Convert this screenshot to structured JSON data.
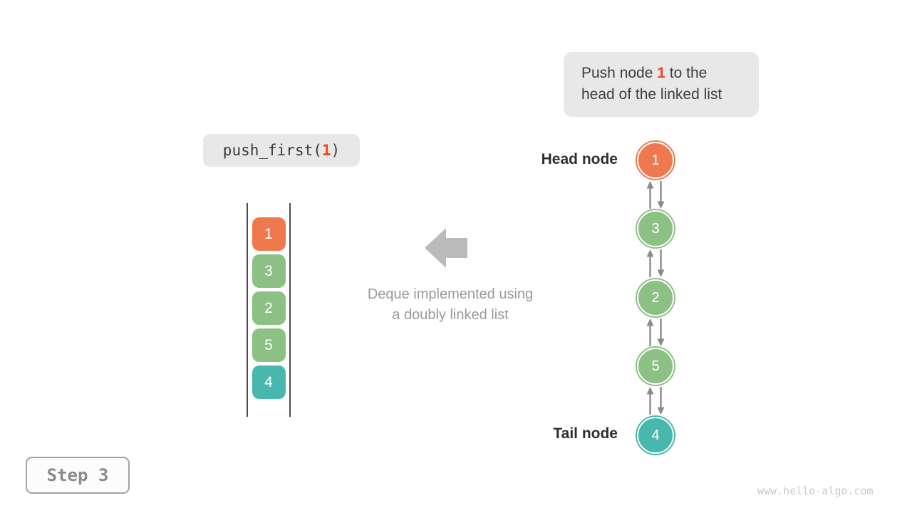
{
  "callout": {
    "line1_prefix": "Push node ",
    "line1_emphasis": "1",
    "line1_suffix": " to the",
    "line2": "head of the linked list"
  },
  "code_label": {
    "prefix": "push_first(",
    "arg": "1",
    "suffix": ")"
  },
  "stack": {
    "items": [
      {
        "value": "1",
        "color": "#F0784E"
      },
      {
        "value": "3",
        "color": "#8CC084"
      },
      {
        "value": "2",
        "color": "#8CC084"
      },
      {
        "value": "5",
        "color": "#8CC084"
      },
      {
        "value": "4",
        "color": "#48B8AF"
      }
    ]
  },
  "caption": {
    "line1": "Deque implemented using",
    "line2": "a doubly linked list"
  },
  "linked_list": {
    "head_label": "Head node",
    "tail_label": "Tail node",
    "nodes": [
      {
        "value": "1",
        "color": "#F0784E"
      },
      {
        "value": "3",
        "color": "#8CC084"
      },
      {
        "value": "2",
        "color": "#8CC084"
      },
      {
        "value": "5",
        "color": "#8CC084"
      },
      {
        "value": "4",
        "color": "#48B8AF"
      }
    ]
  },
  "step_badge": {
    "label": "Step 3"
  },
  "watermark": {
    "text": "www.hello-algo.com"
  },
  "colors": {
    "emphasis": "#E8491A",
    "box_bg": "#E8E8E8",
    "arrow": "#8A8A8A",
    "big_arrow": "#BABABA"
  }
}
